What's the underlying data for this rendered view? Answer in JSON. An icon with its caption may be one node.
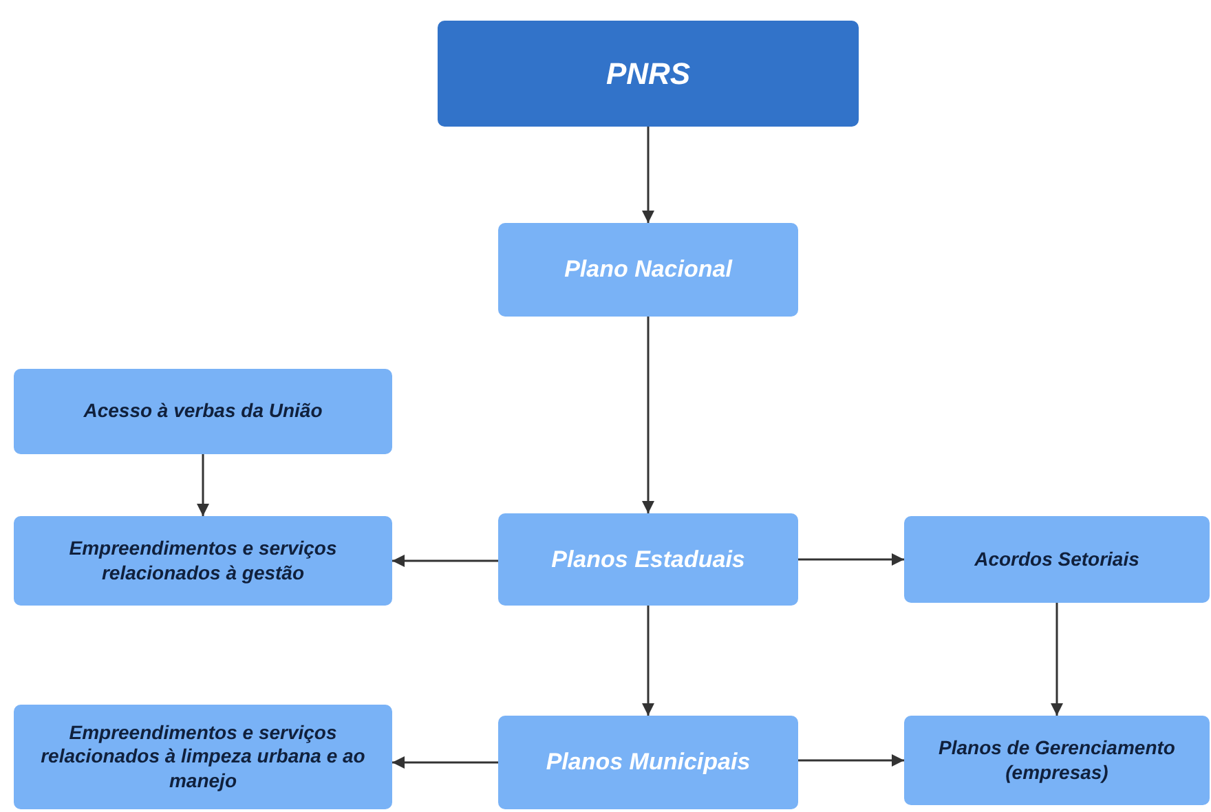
{
  "diagram": {
    "nodes": [
      {
        "text": [
          "PNRS"
        ]
      },
      {
        "text": [
          "Plano Nacional"
        ]
      },
      {
        "text": [
          "Acesso à verbas da União"
        ]
      },
      {
        "text": [
          "Empreendimentos e serviços relacionados à gestão"
        ]
      },
      {
        "text": [
          "Planos Estaduais"
        ]
      },
      {
        "text": [
          "Acordos Setoriais"
        ]
      },
      {
        "text": [
          "Empreendimentos e serviços relacionados à limpeza urbana e ao manejo"
        ]
      },
      {
        "text": [
          "Planos Municipais"
        ]
      },
      {
        "text": [
          "Planos de Gerenciamento (empresas)"
        ]
      }
    ],
    "edges": [
      {
        "from": 0,
        "to": 1,
        "arrow": "to"
      },
      {
        "from": 1,
        "to": 4,
        "arrow": "to"
      },
      {
        "from": 2,
        "to": 3,
        "arrow": "to"
      },
      {
        "from": 4,
        "to": 3,
        "arrow": "to"
      },
      {
        "from": 4,
        "to": 5,
        "arrow": "to"
      },
      {
        "from": 4,
        "to": 7,
        "arrow": "to"
      },
      {
        "from": 5,
        "to": 8,
        "arrow": "to"
      },
      {
        "from": 7,
        "to": 6,
        "arrow": "to"
      },
      {
        "from": 7,
        "to": 8,
        "arrow": "to"
      }
    ]
  }
}
